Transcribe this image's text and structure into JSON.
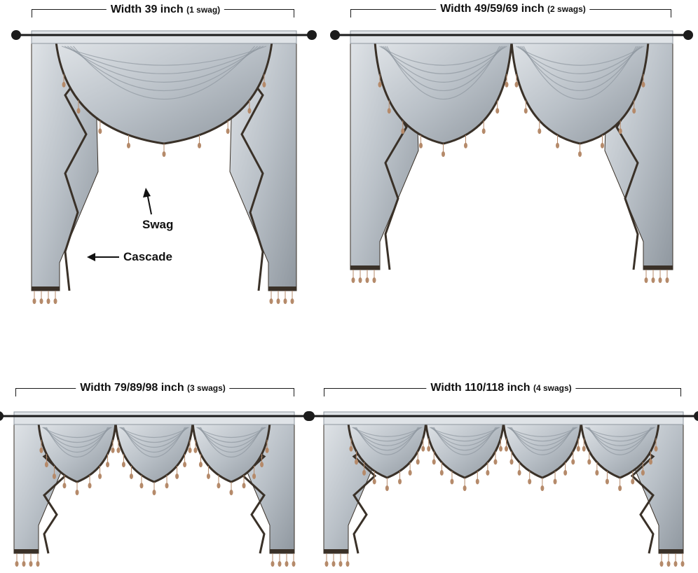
{
  "panels": [
    {
      "id": "p1",
      "title": "Width 39 inch",
      "subtitle": "(1 swag)",
      "swags": 1
    },
    {
      "id": "p2",
      "title": "Width 49/59/69 inch",
      "subtitle": "(2 swags)",
      "swags": 2
    },
    {
      "id": "p3",
      "title": "Width 79/89/98 inch",
      "subtitle": "(3 swags)",
      "swags": 3
    },
    {
      "id": "p4",
      "title": "Width 110/118 inch",
      "subtitle": "(4 swags)",
      "swags": 4
    }
  ],
  "annotations": {
    "swag": "Swag",
    "cascade": "Cascade"
  },
  "colors": {
    "fabric": "#b9c0c7",
    "fabric_dark": "#8f979f",
    "fabric_light": "#dfe3e7",
    "trim": "#3a3128",
    "bead": "#b58a6a",
    "rod": "#1c1c1c"
  }
}
